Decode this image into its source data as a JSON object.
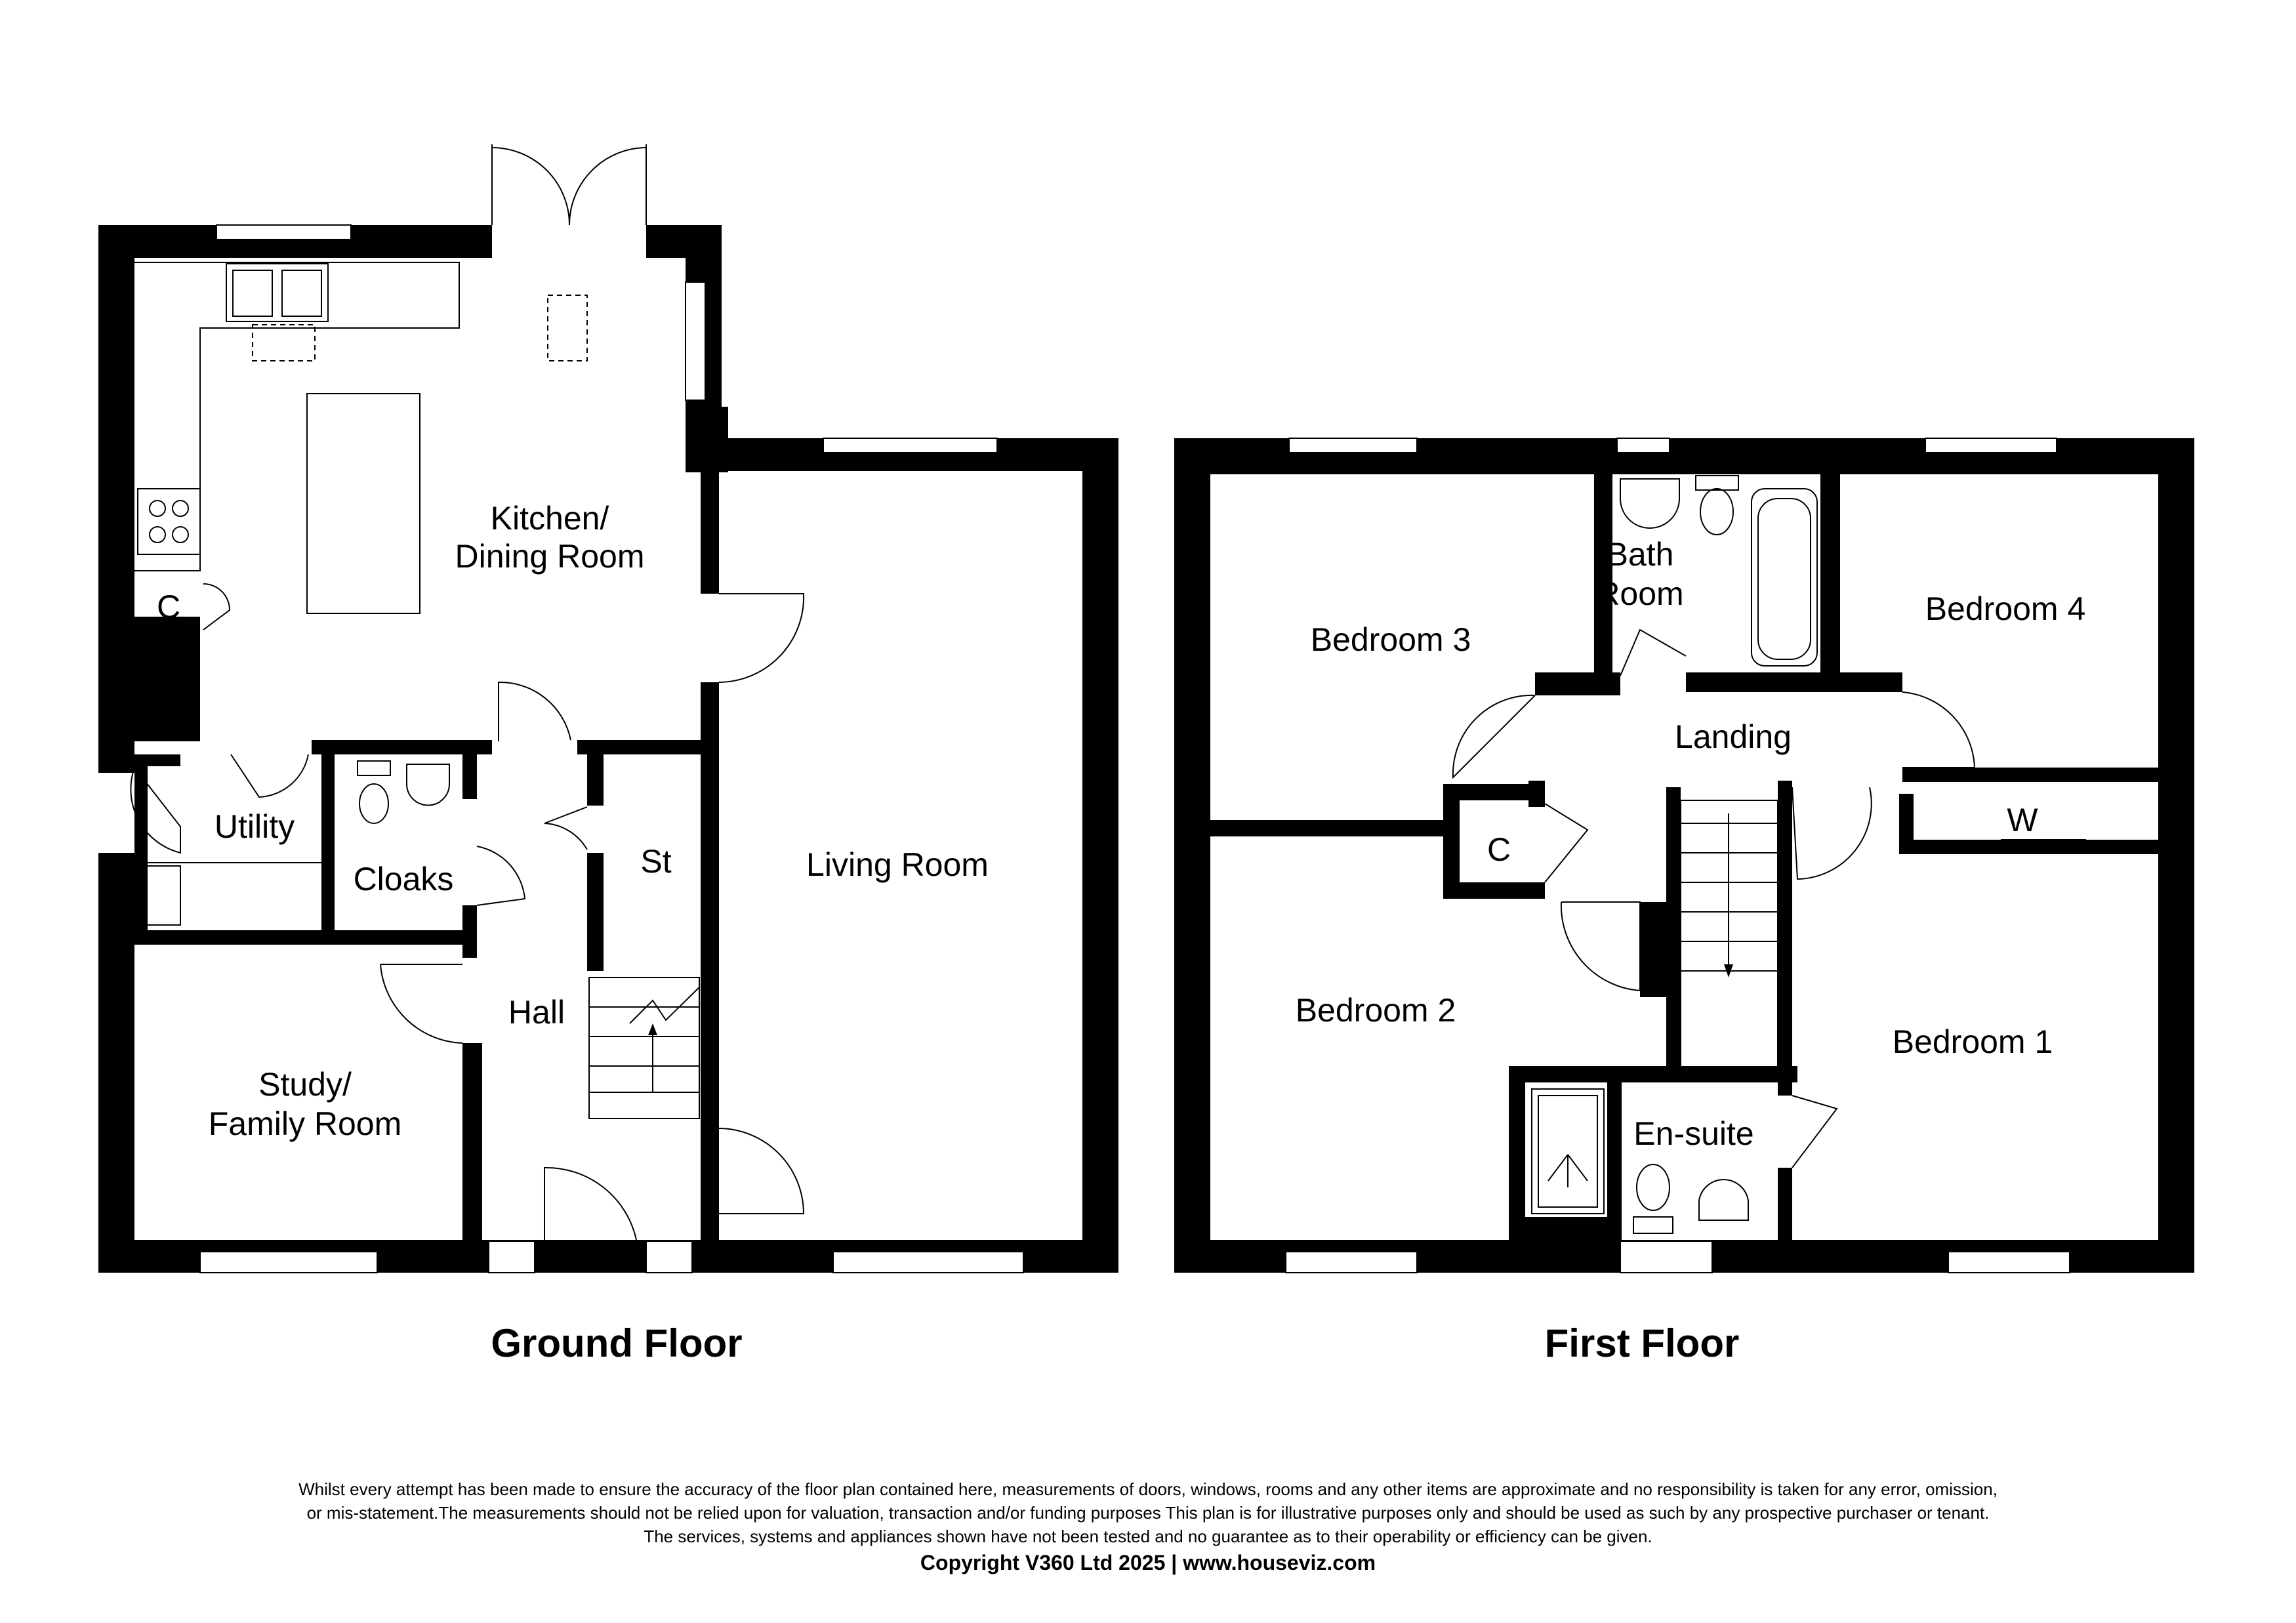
{
  "ground_floor": {
    "title": "Ground Floor",
    "rooms": {
      "kitchen_line1": "Kitchen/",
      "kitchen_line2": "Dining Room",
      "cupboard": "C",
      "utility": "Utility",
      "cloaks": "Cloaks",
      "store": "St",
      "living_room": "Living Room",
      "hall": "Hall",
      "study_line1": "Study/",
      "study_line2": "Family Room"
    }
  },
  "first_floor": {
    "title": "First Floor",
    "rooms": {
      "bedroom3": "Bedroom 3",
      "bath_line1": "Bath",
      "bath_line2": "Room",
      "bedroom4": "Bedroom 4",
      "landing": "Landing",
      "cupboard": "C",
      "wardrobe": "W",
      "bedroom2": "Bedroom 2",
      "bedroom1": "Bedroom 1",
      "ensuite": "En-suite"
    }
  },
  "disclaimer": {
    "line1": "Whilst every attempt has been made to ensure the accuracy of the floor plan contained here, measurements of doors, windows, rooms and any other items are approximate and no responsibility is taken for any error, omission,",
    "line2": "or mis-statement.The measurements should not be relied upon for valuation, transaction and/or funding purposes This plan is for illustrative purposes only and should be used as such by any prospective purchaser or tenant.",
    "line3": "The services, systems and appliances shown have not been tested and no guarantee as to their operability or efficiency can be given.",
    "copyright": "Copyright V360 Ltd 2025 | www.houseviz.com"
  }
}
